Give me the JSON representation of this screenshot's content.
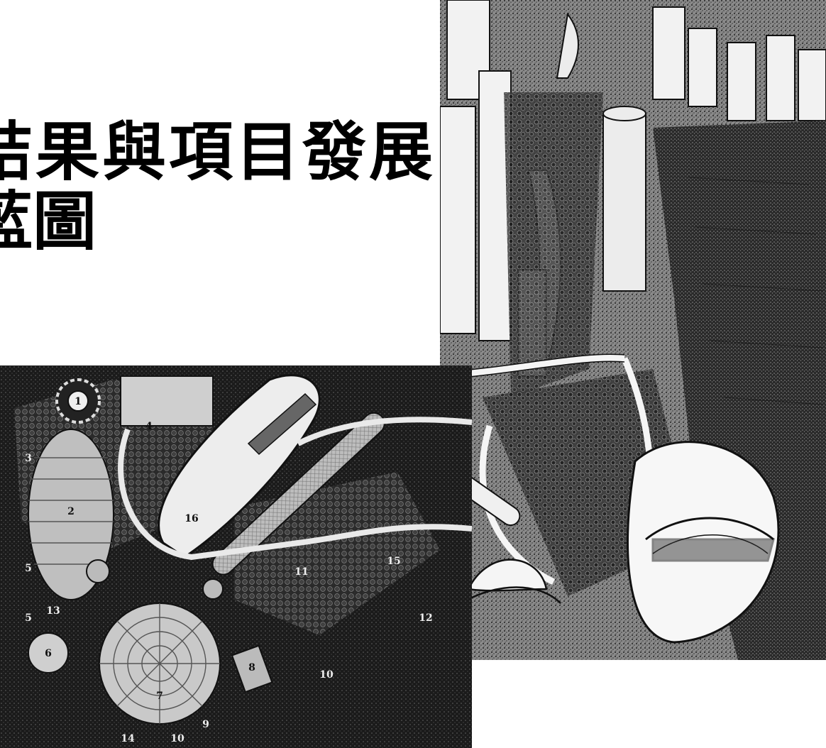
{
  "title": {
    "line1": "結果與項目發展",
    "line2": "藍圖"
  },
  "figures": {
    "aerial_render": {
      "alt": "aerial-perspective-sketch"
    },
    "site_plan": {
      "alt": "site-plan-drawing",
      "labels": [
        "1",
        "2",
        "3",
        "4",
        "5",
        "5",
        "6",
        "7",
        "8",
        "9",
        "10",
        "10",
        "11",
        "12",
        "13",
        "14",
        "15",
        "16"
      ]
    }
  },
  "colors": {
    "text": "#000000",
    "ink": "#111111",
    "paper": "#ffffff"
  }
}
